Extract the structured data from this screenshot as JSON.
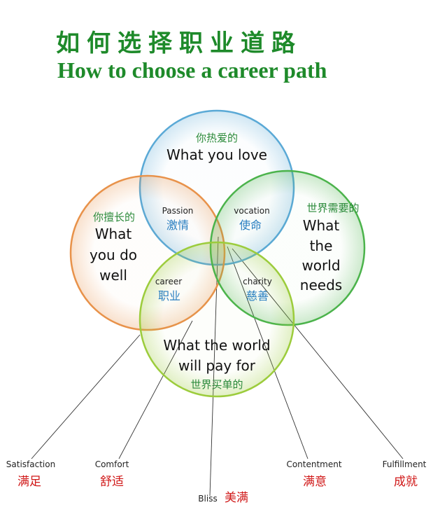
{
  "title": {
    "chinese": "如何选择职业道路",
    "english": "How to choose a career path"
  },
  "circles": {
    "love": {
      "cn": "你热爱的",
      "en": "What you love",
      "color": "#5aa9d6"
    },
    "good_at": {
      "cn": "你擅长的",
      "en_lines": [
        "What",
        "you do",
        "well"
      ],
      "color": "#e8924a"
    },
    "world_needs": {
      "cn": "世界需要的",
      "en_lines": [
        "What",
        "the",
        "world",
        "needs"
      ],
      "color": "#4bb34b"
    },
    "paid_for": {
      "cn": "世界买单的",
      "en_lines": [
        "What the world",
        "will pay for"
      ],
      "color": "#9ccc3c"
    }
  },
  "intersections": {
    "passion": {
      "en": "Passion",
      "cn": "激情"
    },
    "vocation": {
      "en": "vocation",
      "cn": "使命"
    },
    "career": {
      "en": "career",
      "cn": "职业"
    },
    "charity": {
      "en": "charity",
      "cn": "慈善"
    }
  },
  "outcomes": {
    "satisfaction": {
      "en": "Satisfaction",
      "cn": "满足"
    },
    "comfort": {
      "en": "Comfort",
      "cn": "舒适"
    },
    "bliss": {
      "en": "Bliss",
      "cn": "美满"
    },
    "contentment": {
      "en": "Contentment",
      "cn": "满意"
    },
    "fulfillment": {
      "en": "Fulfillment",
      "cn": "成就"
    }
  }
}
